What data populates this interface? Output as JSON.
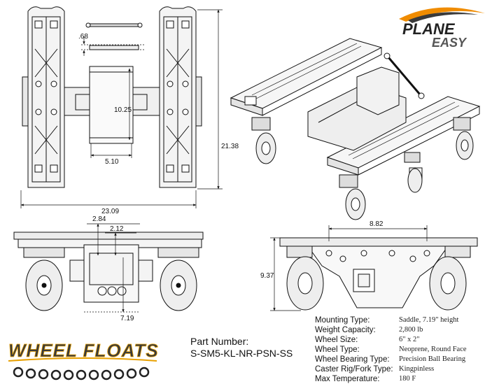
{
  "dimensions": {
    "top_d1": ".68",
    "top_height": "10.25",
    "top_center_width": "5.10",
    "top_overall_height": "21.38",
    "top_overall_width": "23.09",
    "side_d1": "2.84",
    "side_d2": "2.12",
    "side_d3": "7.19",
    "front_width": "8.82",
    "front_height": "9.37"
  },
  "brand_top": {
    "line1": "PLANE",
    "line2": "EASY"
  },
  "brand_bottom": {
    "text": "WHEEL FLOATS"
  },
  "part": {
    "label": "Part Number:",
    "number": "S-SM5-KL-NR-PSN-SS"
  },
  "specs": [
    {
      "label": "Mounting Type:",
      "value": "Saddle, 7.19\" height"
    },
    {
      "label": "Weight Capacity:",
      "value": "2,800 lb"
    },
    {
      "label": "Wheel Size:",
      "value": "6\" x 2\""
    },
    {
      "label": "Wheel Type:",
      "value": "Neoprene, Round Face"
    },
    {
      "label": "Wheel Bearing Type:",
      "value": "Precision Ball Bearing"
    },
    {
      "label": "Caster Rig/Fork Type:",
      "value": "Kingpinless"
    },
    {
      "label": "Max Temperature:",
      "value": "180 F"
    }
  ]
}
